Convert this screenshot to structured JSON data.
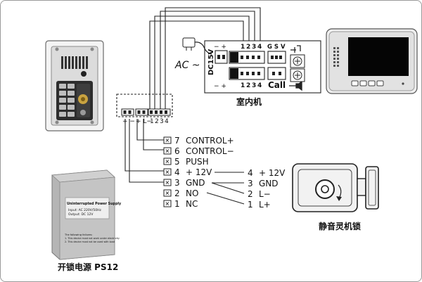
{
  "indoor_unit": {
    "label": "室内机",
    "ac_label": "AC ~",
    "dc_label": "DC15V",
    "pm_top": "− +",
    "top_pins": [
      "1",
      "2",
      "3",
      "4"
    ],
    "bottom_pins": [
      "1",
      "2",
      "3",
      "4"
    ],
    "port1": "1",
    "port2": "2",
    "gsv": "G S V",
    "call": "Call",
    "pm_bottom": "− +"
  },
  "outdoor_unit": {
    "pm1": "+ −",
    "pm2": "+ L−",
    "pins": [
      "1",
      "2",
      "3",
      "4"
    ]
  },
  "terminals": [
    {
      "num": "7",
      "name": "CONTROL+"
    },
    {
      "num": "6",
      "name": "CONTROL−"
    },
    {
      "num": "5",
      "name": "PUSH"
    },
    {
      "num": "4",
      "name": "+ 12V"
    },
    {
      "num": "3",
      "name": "GND"
    },
    {
      "num": "2",
      "name": "NO"
    },
    {
      "num": "1",
      "name": "NC"
    }
  ],
  "lock_terminals": [
    {
      "num": "4",
      "name": "+ 12V"
    },
    {
      "num": "3",
      "name": "GND"
    },
    {
      "num": "2",
      "name": "L−"
    },
    {
      "num": "1",
      "name": "L+"
    }
  ],
  "power_supply": {
    "title": "Uninterrupted Power Supply",
    "input": "Input: AC 220V/50Hz",
    "output": "Output: DC 12V",
    "note_head": "The following failures:",
    "note1": "1. This device must not work under electricity",
    "note2": "2. This device must not be used with load",
    "caption": "开锁电源 PS12"
  },
  "lock": {
    "caption": "静音灵机锁"
  }
}
